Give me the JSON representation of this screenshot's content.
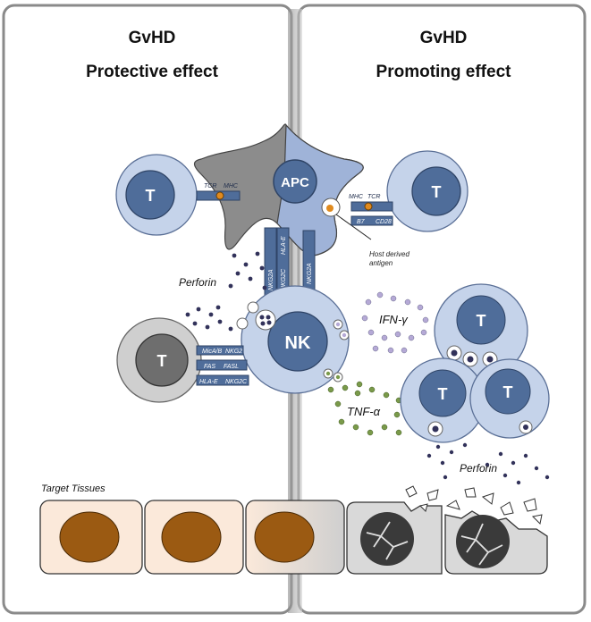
{
  "colors": {
    "cell_light": "#c5d3ea",
    "cell_mid": "#9fb3d8",
    "nucleus": "#4f6d9a",
    "apc_grey": "#8c8c8c",
    "granule": "#32325a",
    "tnf": "#7a9a4a",
    "ifn": "#b5a9d6",
    "tissue_fill": "#fbe9da",
    "tissue_nucleus": "#9b5a12",
    "damaged_cell": "#d9d9d9"
  },
  "panels": {
    "left": {
      "heading1": "GvHD",
      "heading2": "Protective effect"
    },
    "right": {
      "heading1": "GvHD",
      "heading2": "Promoting effect"
    }
  },
  "cells": {
    "apc": "APC",
    "nk": "NK",
    "t": "T"
  },
  "receptors": {
    "tcr": "TCR",
    "mhc": "MHC",
    "b7": "B7",
    "cd28": "CD28",
    "fas": "FAS",
    "fasl": "FASL",
    "hla_e": "HLA-E",
    "nkg2c": "NKG2C",
    "mica_b": "MicA/B",
    "nkg2d": "NKG2",
    "hla_e2": "HLA-E",
    "nkg2a": "NKG2A",
    "nkg2c_v": "NKG2C",
    "nkg2a_v": "NKG2A"
  },
  "labels": {
    "perforin_left": "Perforin",
    "perforin_right": "Perforin",
    "ifn": "IFN-γ",
    "tnf": "TNF-α",
    "host_antigen_1": "Host derived",
    "host_antigen_2": "antigen",
    "target_tissues": "Target Tissues"
  },
  "icons": [
    "granule-vesicle-icon",
    "cracked-nucleus-icon",
    "tissue-fragment-icon"
  ]
}
